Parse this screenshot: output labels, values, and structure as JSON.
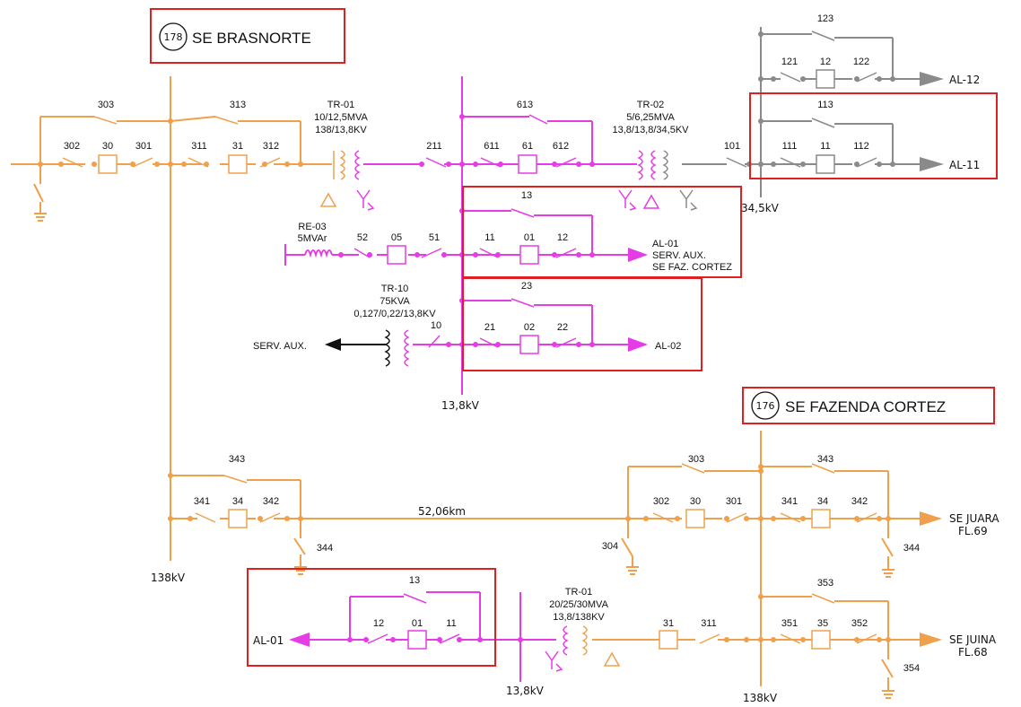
{
  "colors": {
    "kv138": "#f0a04b",
    "kv13_8": "#e63ce6",
    "kv34_5": "#8a8a8a",
    "aux": "#111111",
    "highlight": "#e02020"
  },
  "substations": {
    "brasnorte": {
      "number": "178",
      "name": "SE BRASNORTE"
    },
    "fazenda": {
      "number": "176",
      "name": "SE FAZENDA CORTEZ"
    }
  },
  "voltages": {
    "brasnorte_138": "138kV",
    "brasnorte_13_8": "13,8kV",
    "brasnorte_34_5": "34,5kV",
    "fazenda_138": "138kV",
    "fazenda_13_8": "13,8kV"
  },
  "line_length": "52,06km",
  "transformers": {
    "tr01_b": {
      "name": "TR-01",
      "rating": "10/12,5MVA",
      "ratio": "138/13,8KV"
    },
    "tr02_b": {
      "name": "TR-02",
      "rating": "5/6,25MVA",
      "ratio": "13,8/13,8/34,5KV"
    },
    "tr10_b": {
      "name": "TR-10",
      "rating": "75KVA",
      "ratio": "0,127/0,22/13,8KV"
    },
    "re03_b": {
      "name": "RE-03",
      "rating": "5MVAr"
    },
    "tr01_f": {
      "name": "TR-01",
      "rating": "20/25/30MVA",
      "ratio": "13,8/138KV"
    }
  },
  "feeders": {
    "al12": "AL-12",
    "al11": "AL-11",
    "al01_b_1": "AL-01",
    "al01_b_2": "SERV. AUX.",
    "al01_b_3": "SE FAZ. CORTEZ",
    "al02": "AL-02",
    "serv_aux": "SERV. AUX.",
    "al01_f": "AL-01",
    "juara_1": "SE JUARA",
    "juara_2": "FL.69",
    "juina_1": "SE JUINA",
    "juina_2": "FL.68"
  },
  "equipment": {
    "b303": "303",
    "b302": "302",
    "b30": "30",
    "b301": "301",
    "b313": "313",
    "b311": "311",
    "b31": "31",
    "b312": "312",
    "b211": "211",
    "b613": "613",
    "b611": "611",
    "b61": "61",
    "b612": "612",
    "b101": "101",
    "b123": "123",
    "b121": "121",
    "b12": "12",
    "b122": "122",
    "b113": "113",
    "b111": "111",
    "b11": "11",
    "b112": "112",
    "b13": "13",
    "b11a": "11",
    "b01": "01",
    "b12a": "12",
    "b52": "52",
    "b05": "05",
    "b51": "51",
    "b23": "23",
    "b21": "21",
    "b02": "02",
    "b22": "22",
    "b10": "10",
    "b343": "343",
    "b341": "341",
    "b34": "34",
    "b342": "342",
    "b344": "344",
    "f303": "303",
    "f302": "302",
    "f30": "30",
    "f301": "301",
    "f304": "304",
    "f343": "343",
    "f341": "341",
    "f34": "34",
    "f342": "342",
    "f344": "344",
    "f353": "353",
    "f351": "351",
    "f35": "35",
    "f352": "352",
    "f354": "354",
    "f31": "31",
    "f311": "311",
    "f13": "13",
    "f12": "12",
    "f01": "01",
    "f11": "11"
  }
}
